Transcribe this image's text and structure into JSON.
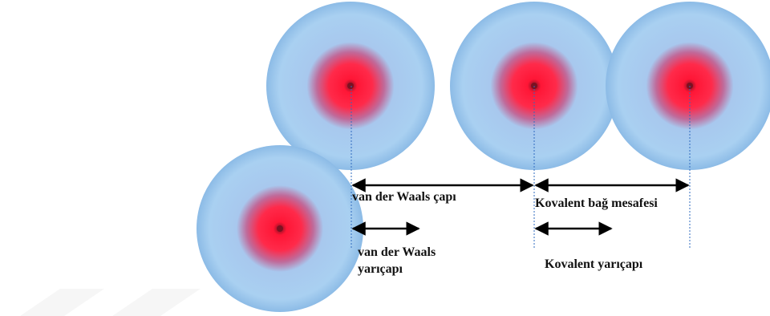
{
  "labels": {
    "vdw_diameter": "van der Waals çapı",
    "covalent_distance": "Kovalent bağ  mesafesi",
    "vdw_radius_line1": "van der Waals",
    "vdw_radius_line2": "yarıçapı",
    "covalent_radius": "Kovalent yarıçapı"
  },
  "colors": {
    "atom_core": "#ff1a3c",
    "atom_mid": "#d8446f",
    "atom_shell": "#a8cff0",
    "atom_edge": "#8fbde6",
    "guide_line": "#2f6bbf",
    "arrow": "#000000",
    "watermark": "#f2f2f2"
  }
}
